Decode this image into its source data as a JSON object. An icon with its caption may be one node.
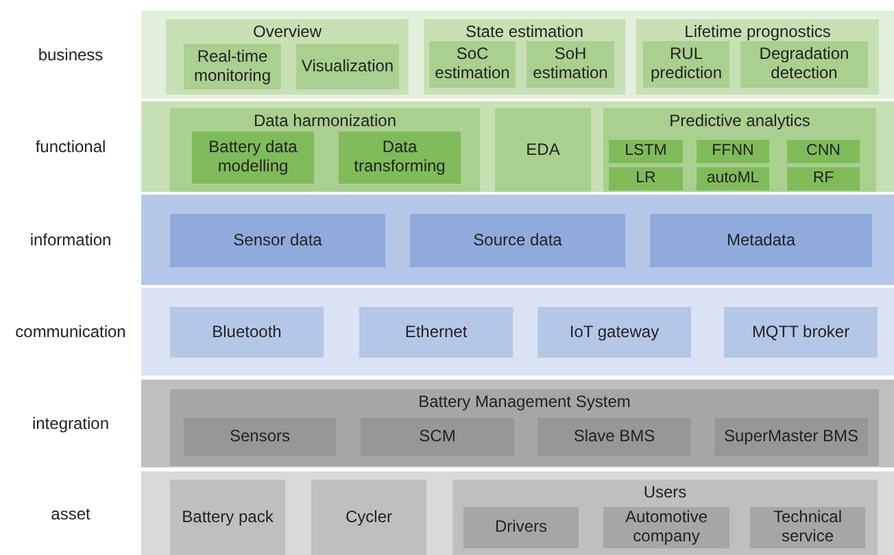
{
  "diagram": {
    "nodes": [
      {
        "text": [
          "business"
        ]
      },
      {
        "text": [
          "Overview"
        ],
        "in": 0
      },
      {
        "text": [
          "Real-time monitoring"
        ],
        "in": 1
      },
      {
        "text": [
          "Visualization"
        ],
        "in": 1
      },
      {
        "text": [
          "State estimation"
        ],
        "in": 0
      },
      {
        "text": [
          "SoC estimation"
        ],
        "in": 4
      },
      {
        "text": [
          "SoH estimation"
        ],
        "in": 4
      },
      {
        "text": [
          "Lifetime prognostics"
        ],
        "in": 0
      },
      {
        "text": [
          "RUL prediction"
        ],
        "in": 7
      },
      {
        "text": [
          "Degradation detection"
        ],
        "in": 7
      },
      {
        "text": [
          "functional"
        ]
      },
      {
        "text": [
          "Data harmonization"
        ],
        "in": 10
      },
      {
        "text": [
          "Battery data modelling"
        ],
        "in": 11
      },
      {
        "text": [
          "Data transforming"
        ],
        "in": 11
      },
      {
        "text": [
          "EDA"
        ],
        "in": 10
      },
      {
        "text": [
          "Predictive analytics"
        ],
        "in": 10
      },
      {
        "text": [
          "LSTM"
        ],
        "in": 15
      },
      {
        "text": [
          "FFNN"
        ],
        "in": 15
      },
      {
        "text": [
          "CNN"
        ],
        "in": 15
      },
      {
        "text": [
          "LR"
        ],
        "in": 15
      },
      {
        "text": [
          "autoML"
        ],
        "in": 15
      },
      {
        "text": [
          "RF"
        ],
        "in": 15
      },
      {
        "text": [
          "information"
        ]
      },
      {
        "text": [
          "Sensor data"
        ],
        "in": 22
      },
      {
        "text": [
          "Source data"
        ],
        "in": 22
      },
      {
        "text": [
          "Metadata"
        ],
        "in": 22
      },
      {
        "text": [
          "communication"
        ]
      },
      {
        "text": [
          "Bluetooth"
        ],
        "in": 26
      },
      {
        "text": [
          "Ethernet"
        ],
        "in": 26
      },
      {
        "text": [
          "IoT gateway"
        ],
        "in": 26
      },
      {
        "text": [
          "MQTT broker"
        ],
        "in": 26
      },
      {
        "text": [
          "integration"
        ]
      },
      {
        "text": [
          "Battery Management System"
        ],
        "in": 31
      },
      {
        "text": [
          "Sensors"
        ],
        "in": 32
      },
      {
        "text": [
          "SCM"
        ],
        "in": 32
      },
      {
        "text": [
          "Slave BMS"
        ],
        "in": 32
      },
      {
        "text": [
          "SuperMaster BMS"
        ],
        "in": 32
      },
      {
        "text": [
          "asset"
        ]
      },
      {
        "text": [
          "Battery pack"
        ],
        "in": 37
      },
      {
        "text": [
          "Cycler"
        ],
        "in": 37
      },
      {
        "text": [
          "Users"
        ],
        "in": 37
      },
      {
        "text": [
          "Drivers"
        ],
        "in": 40
      },
      {
        "text": [
          "Automotive company"
        ],
        "in": 40
      },
      {
        "text": [
          "Technical service"
        ],
        "in": 40
      }
    ]
  }
}
